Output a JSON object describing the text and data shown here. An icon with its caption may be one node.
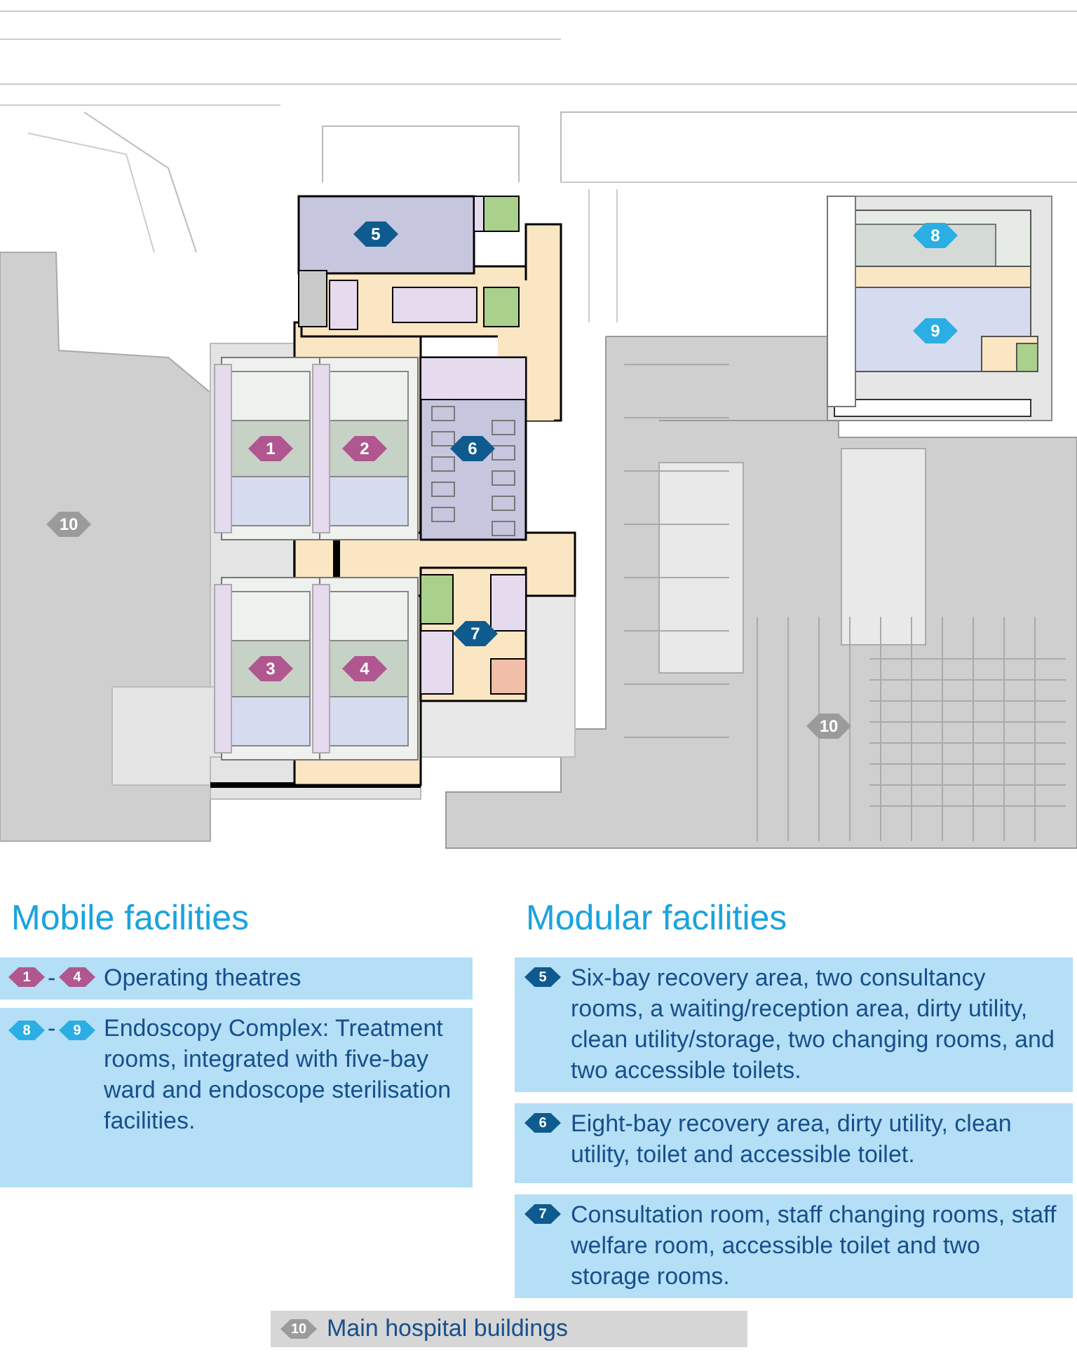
{
  "diagram": {
    "nodes": [
      {
        "text": [
          "5"
        ]
      },
      {
        "text": [
          "8"
        ]
      },
      {
        "text": [
          "9"
        ]
      },
      {
        "text": [
          "1"
        ]
      },
      {
        "text": [
          "2"
        ]
      },
      {
        "text": [
          "6"
        ]
      },
      {
        "text": [
          "10"
        ]
      },
      {
        "text": [
          "3"
        ]
      },
      {
        "text": [
          "4"
        ]
      },
      {
        "text": [
          "7"
        ]
      },
      {
        "text": [
          "10"
        ]
      },
      {
        "text": [
          "-",
          "Operating theatres"
        ]
      },
      {
        "text": [
          "1"
        ],
        "in": 11
      },
      {
        "text": [
          "4"
        ],
        "in": 11
      },
      {
        "text": [
          "-",
          "Endoscopy Complex: Treatment rooms, integrated with five-bay ward and endoscope sterilisation facilities."
        ]
      },
      {
        "text": [
          "8"
        ],
        "in": 14
      },
      {
        "text": [
          "9"
        ],
        "in": 14
      },
      {
        "text": [
          "Six-bay recovery area, two consultancy rooms, a waiting/reception area, dirty utility, clean utility/storage, two changing rooms, and two accessible toilets."
        ]
      },
      {
        "text": [
          "5"
        ],
        "in": 17
      },
      {
        "text": [
          "Eight-bay recovery area, dirty utility, clean utility, toilet and accessible toilet."
        ]
      },
      {
        "text": [
          "6"
        ],
        "in": 19
      },
      {
        "text": [
          "Consultation room, staff changing rooms, staff welfare room, accessible toilet and two storage rooms."
        ]
      },
      {
        "text": [
          "7"
        ],
        "in": 21
      },
      {
        "text": [
          "Main hospital buildings"
        ]
      },
      {
        "text": [
          "10"
        ],
        "in": 23
      }
    ],
    "labels": [
      "Mobile facilities",
      "Modular facilities"
    ]
  }
}
